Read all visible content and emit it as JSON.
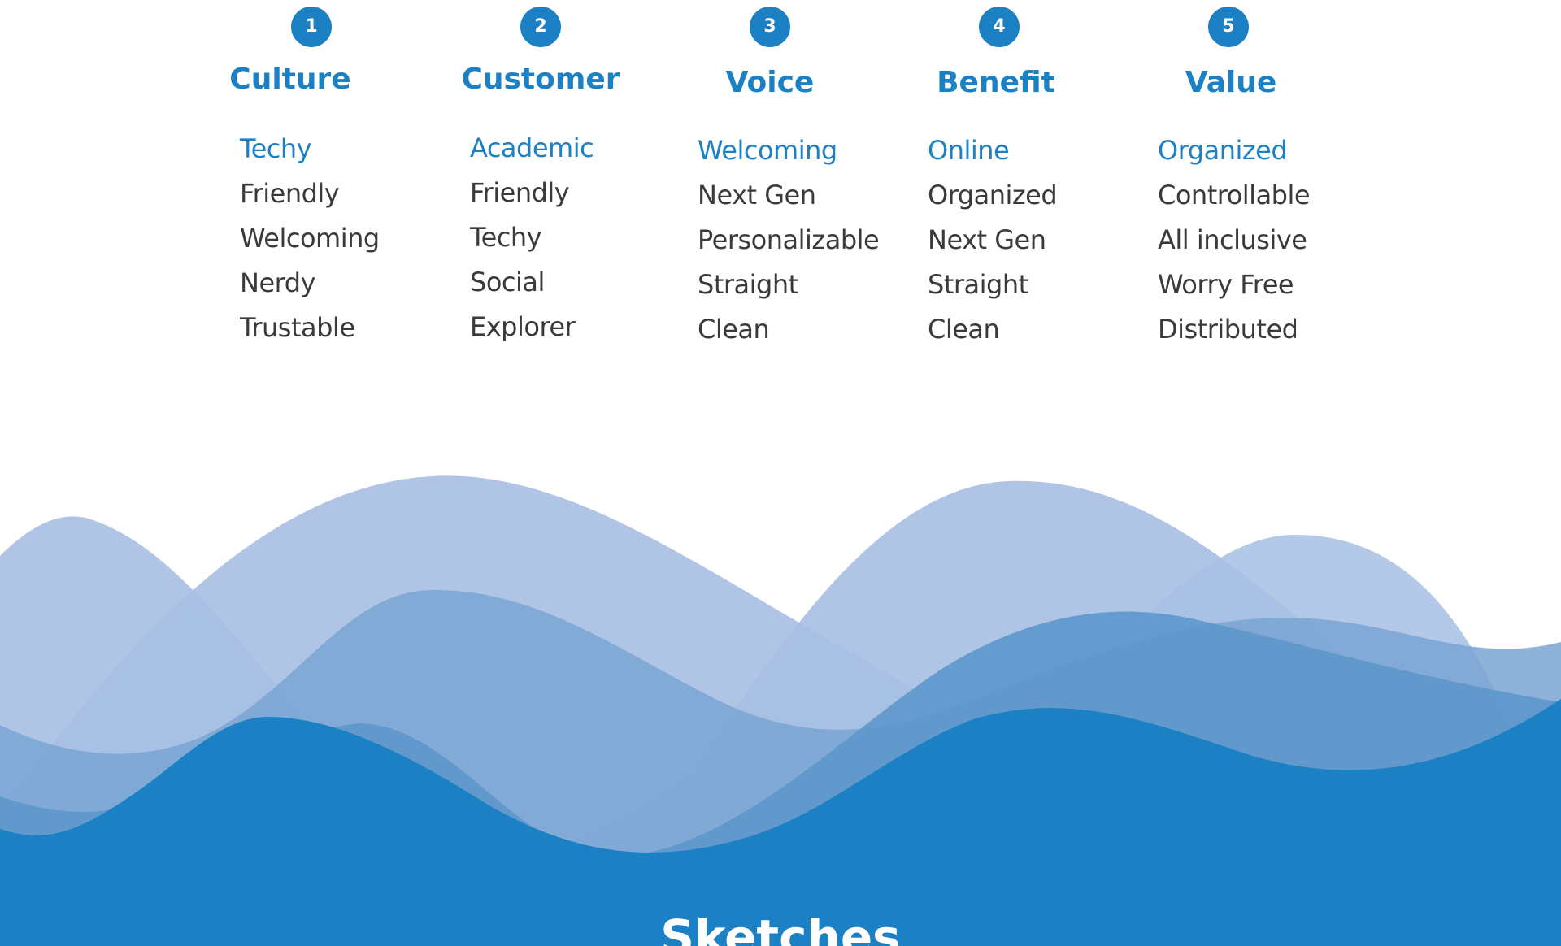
{
  "columns": [
    {
      "number": "1",
      "title": "Culture",
      "words": [
        "Techy",
        "Friendly",
        "Welcoming",
        "Nerdy",
        "Trustable"
      ]
    },
    {
      "number": "2",
      "title": "Customer",
      "words": [
        "Academic",
        "Friendly",
        "Techy",
        "Social",
        "Explorer"
      ]
    },
    {
      "number": "3",
      "title": "Voice",
      "words": [
        "Welcoming",
        "Next Gen",
        "Personalizable",
        "Straight",
        "Clean"
      ]
    },
    {
      "number": "4",
      "title": "Benefit",
      "words": [
        "Online",
        "Organized",
        "Next Gen",
        "Straight",
        "Clean"
      ]
    },
    {
      "number": "5",
      "title": "Value",
      "words": [
        "Organized",
        "Controllable",
        "All inclusive",
        "Worry Free",
        "Distributed"
      ]
    }
  ],
  "section": {
    "title": "Sketches"
  },
  "colors": {
    "accent": "#1b80c4",
    "text": "#3a3a3a",
    "wave_light": "#a7bfe3",
    "wave_mid": "#7aa4d4",
    "wave_deep": "#1b80c4"
  }
}
